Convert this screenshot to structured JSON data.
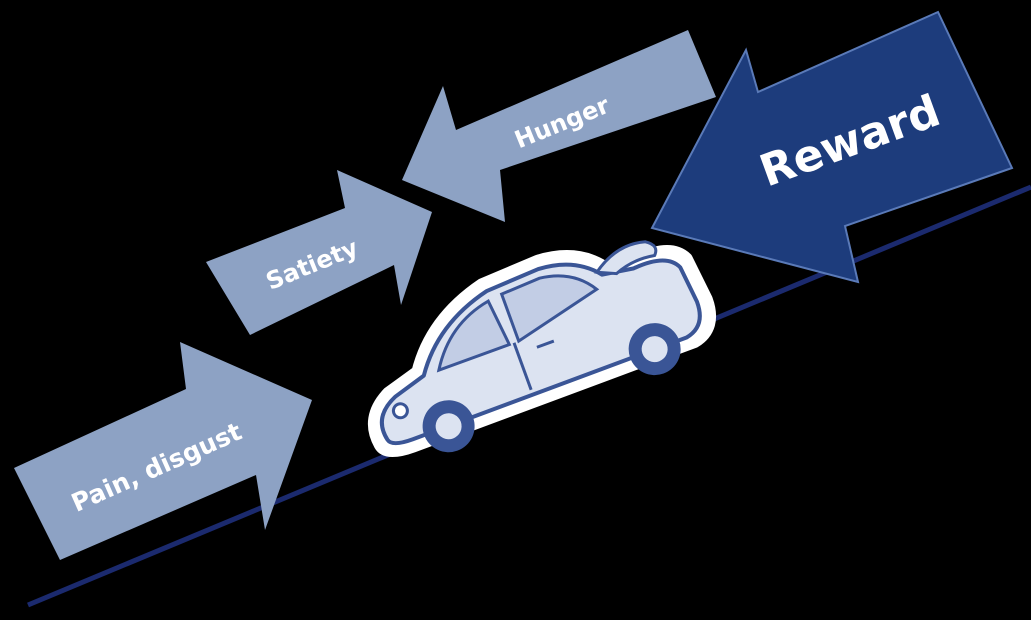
{
  "arrows": {
    "pain_label": "Pain, disgust",
    "satiety_label": "Satiety",
    "hunger_label": "Hunger",
    "reward_label": "Reward"
  },
  "colors": {
    "background": "#000000",
    "light_arrow": "#8da2c4",
    "reward_arrow": "#1d3c7c",
    "slope_line": "#1b2a6e",
    "car_body": "#dce3f1",
    "car_outline": "#3a5596"
  },
  "icons": {
    "car": "car-icon"
  }
}
